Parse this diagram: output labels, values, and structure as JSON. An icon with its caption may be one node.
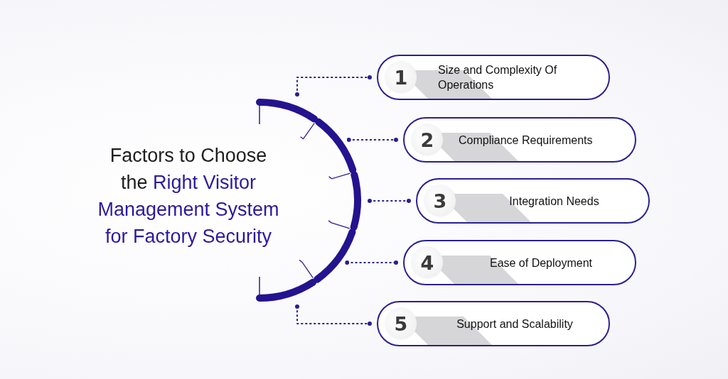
{
  "diagram": {
    "title": "Factors to Choose the Right Visitor Management System for Factory Security",
    "nodes": [
      {
        "text": [],
        "shape": "arc"
      },
      {
        "text": [
          "1",
          "Size and Complexity Of Operations"
        ]
      },
      {
        "text": [
          "2",
          "Compliance Requirements"
        ]
      },
      {
        "text": [
          "3",
          "Integration Needs"
        ]
      },
      {
        "text": [
          "4",
          "Ease of Deployment"
        ]
      },
      {
        "text": [
          "5",
          "Support and Scalability"
        ]
      }
    ],
    "edges": [
      {
        "from": 0,
        "to": 1,
        "arrow": "other",
        "style": "dashed"
      },
      {
        "from": 0,
        "to": 2,
        "arrow": "other",
        "style": "dashed"
      },
      {
        "from": 0,
        "to": 3,
        "arrow": "other",
        "style": "dashed"
      },
      {
        "from": 0,
        "to": 4,
        "arrow": "other",
        "style": "dashed"
      },
      {
        "from": 0,
        "to": 5,
        "arrow": "other",
        "style": "dashed"
      }
    ]
  }
}
